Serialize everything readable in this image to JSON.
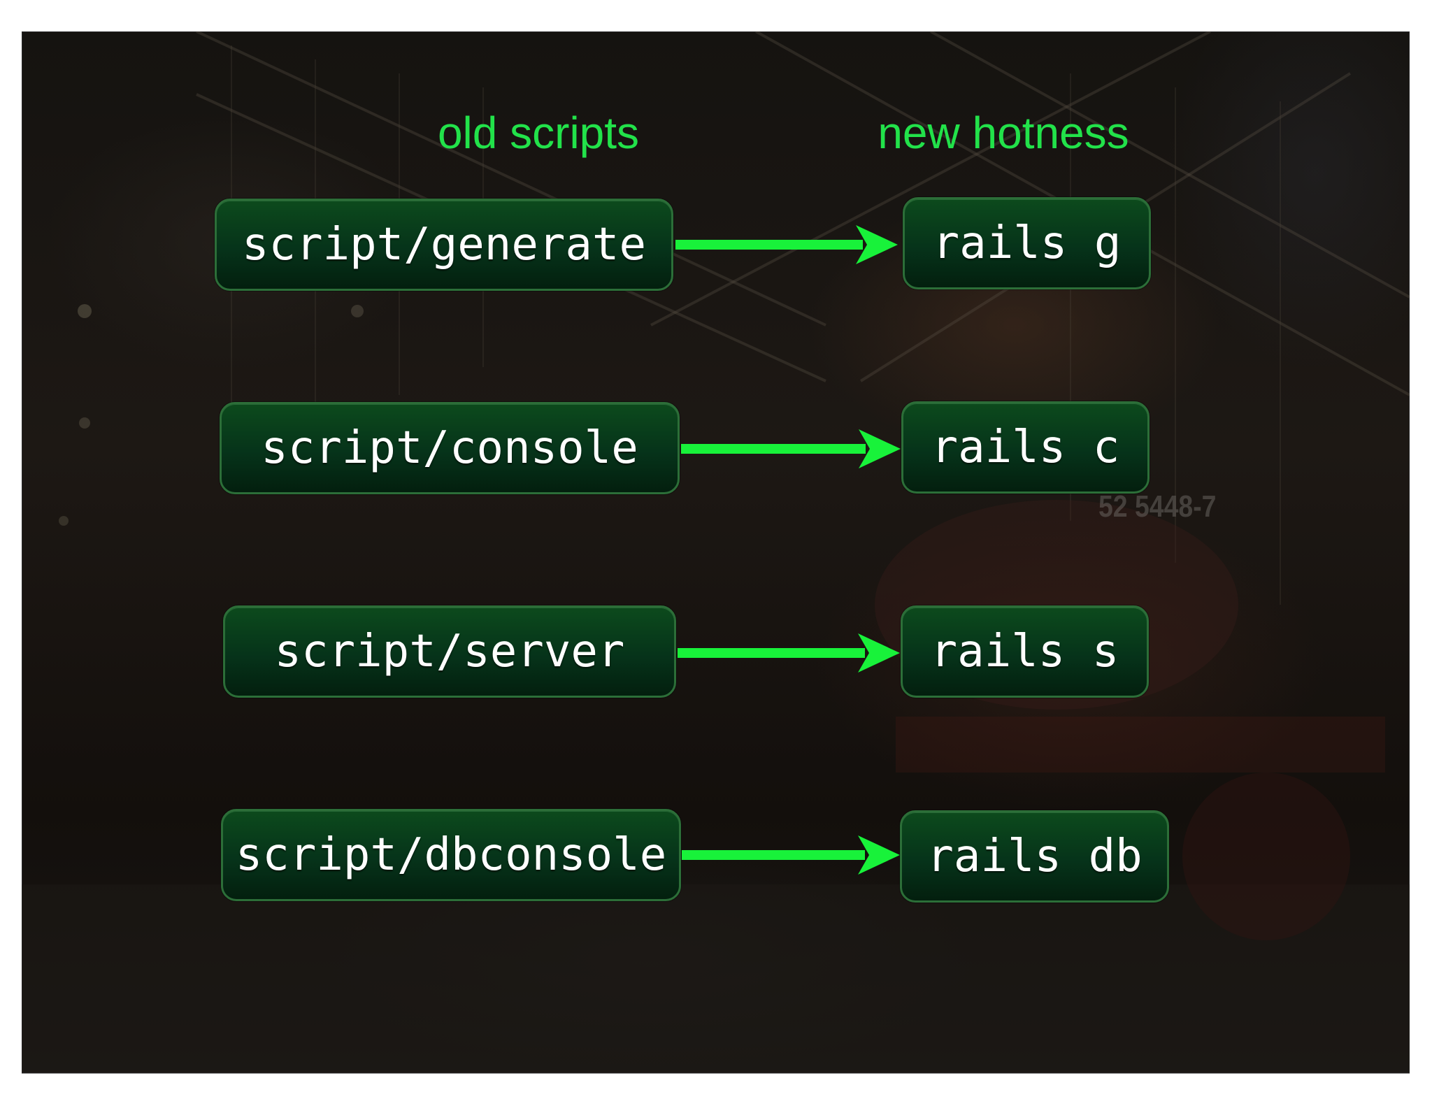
{
  "headers": {
    "old": "old scripts",
    "new": "new hotness"
  },
  "rows": [
    {
      "old": "script/generate",
      "new": "rails g"
    },
    {
      "old": "script/console",
      "new": "rails c"
    },
    {
      "old": "script/server",
      "new": "rails s"
    },
    {
      "old": "script/dbconsole",
      "new": "rails db"
    }
  ],
  "background_text": "52 5448-7",
  "colors": {
    "accent_green": "#22e24a",
    "arrow_green": "#18f23a",
    "box_border": "#2c6e38",
    "box_fill": "#06331a"
  }
}
